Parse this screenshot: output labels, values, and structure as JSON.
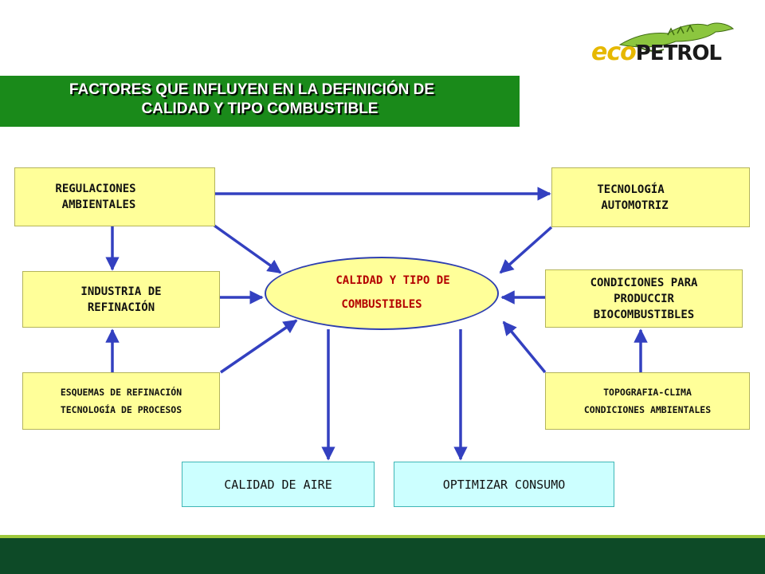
{
  "logo": {
    "text_eco": "eco",
    "text_petrol": "PETROL",
    "eco_color": "#e6b800",
    "petrol_color": "#1a1a1a",
    "iguana_color": "#8cc63f"
  },
  "title": {
    "line1": "FACTORES QUE INFLUYEN EN LA DEFINICIÓN DE",
    "line2": "CALIDAD Y TIPO COMBUSTIBLE"
  },
  "center": {
    "line1": "CALIDAD Y TIPO DE",
    "line2": "COMBUSTIBLES"
  },
  "left_nodes": [
    {
      "lines": [
        "REGULACIONES",
        "AMBIENTALES"
      ]
    },
    {
      "lines": [
        "INDUSTRIA DE",
        "REFINACIÓN"
      ]
    },
    {
      "lines": [
        "ESQUEMAS DE REFINACIÓN",
        "TECNOLOGÍA DE PROCESOS"
      ]
    }
  ],
  "right_nodes": [
    {
      "lines": [
        "TECNOLOGÍA",
        "AUTOMOTRIZ"
      ]
    },
    {
      "lines": [
        "CONDICIONES PARA",
        "PRODUCCIR",
        "BIOCOMBUSTIBLES"
      ]
    },
    {
      "lines": [
        "TOPOGRAFIA-CLIMA",
        "CONDICIONES AMBIENTALES"
      ]
    }
  ],
  "outcomes": {
    "left": "CALIDAD DE AIRE",
    "right": "OPTIMIZAR CONSUMO"
  },
  "colors": {
    "banner": "#1a8a1a",
    "node_fill": "#ffff99",
    "outcome_fill": "#ccffff",
    "arrow": "#3340c0",
    "center_text": "#b40000",
    "footer": "#0d4a27",
    "footer_accent": "#9fc93c"
  }
}
